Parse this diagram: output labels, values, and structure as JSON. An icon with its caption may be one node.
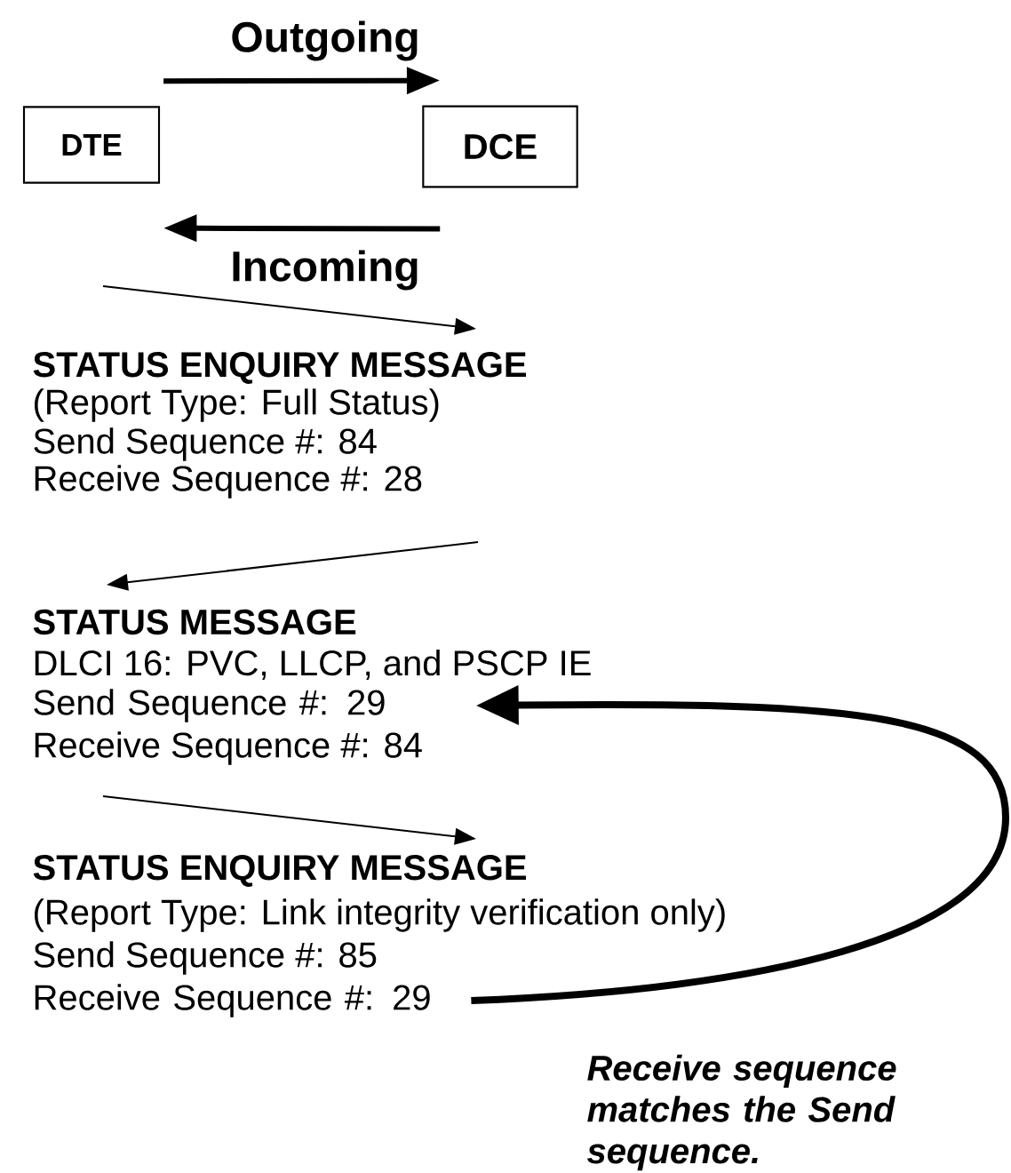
{
  "diagram": {
    "nodes": [
      {
        "text": [
          "DTE"
        ]
      },
      {
        "text": [
          "DCE"
        ]
      },
      {
        "text": [
          "Send Sequence #: 29"
        ]
      },
      {
        "text": [
          "Receive Sequence #: 29"
        ]
      }
    ],
    "edges": [
      {
        "from": 0,
        "to": 1,
        "arrow": "to",
        "label": "Outgoing"
      },
      {
        "from": 1,
        "to": 0,
        "arrow": "to",
        "label": "Incoming"
      },
      {
        "from": 3,
        "to": 2,
        "arrow": "to"
      }
    ],
    "labels": [
      "STATUS ENQUIRY MESSAGE",
      "(Report Type: Full Status)",
      "Send Sequence #: 84",
      "Receive Sequence #: 28",
      "STATUS MESSAGE",
      "DLCI 16: PVC, LLCP, and PSCP IE",
      "Receive Sequence #: 84",
      "STATUS ENQUIRY MESSAGE",
      "(Report Type: Link integrity verification only)",
      "Send Sequence #: 85",
      "Receive sequence matches the Send sequence."
    ]
  }
}
